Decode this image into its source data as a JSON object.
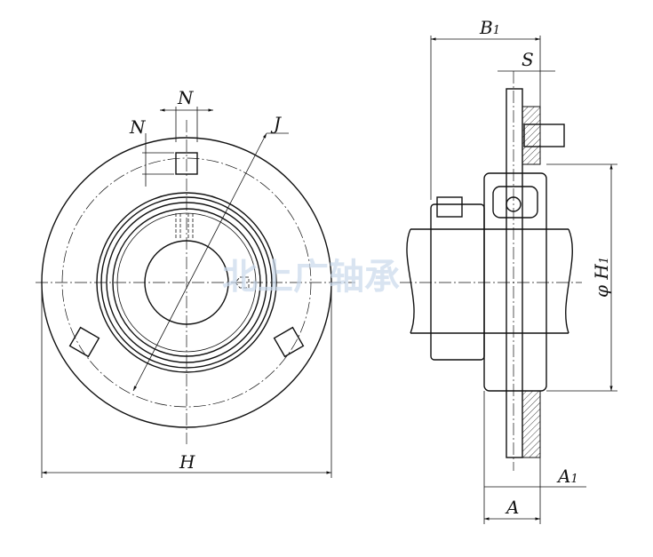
{
  "watermark": "北上广轴承",
  "labels": {
    "N_top": "N",
    "N_side": "N",
    "J": "J",
    "H": "H",
    "B1": "B",
    "B1_sub": "1",
    "S": "S",
    "H1_prefix": "φ",
    "H1": "H",
    "H1_sub": "1",
    "A1": "A",
    "A1_sub": "1",
    "A": "A"
  }
}
